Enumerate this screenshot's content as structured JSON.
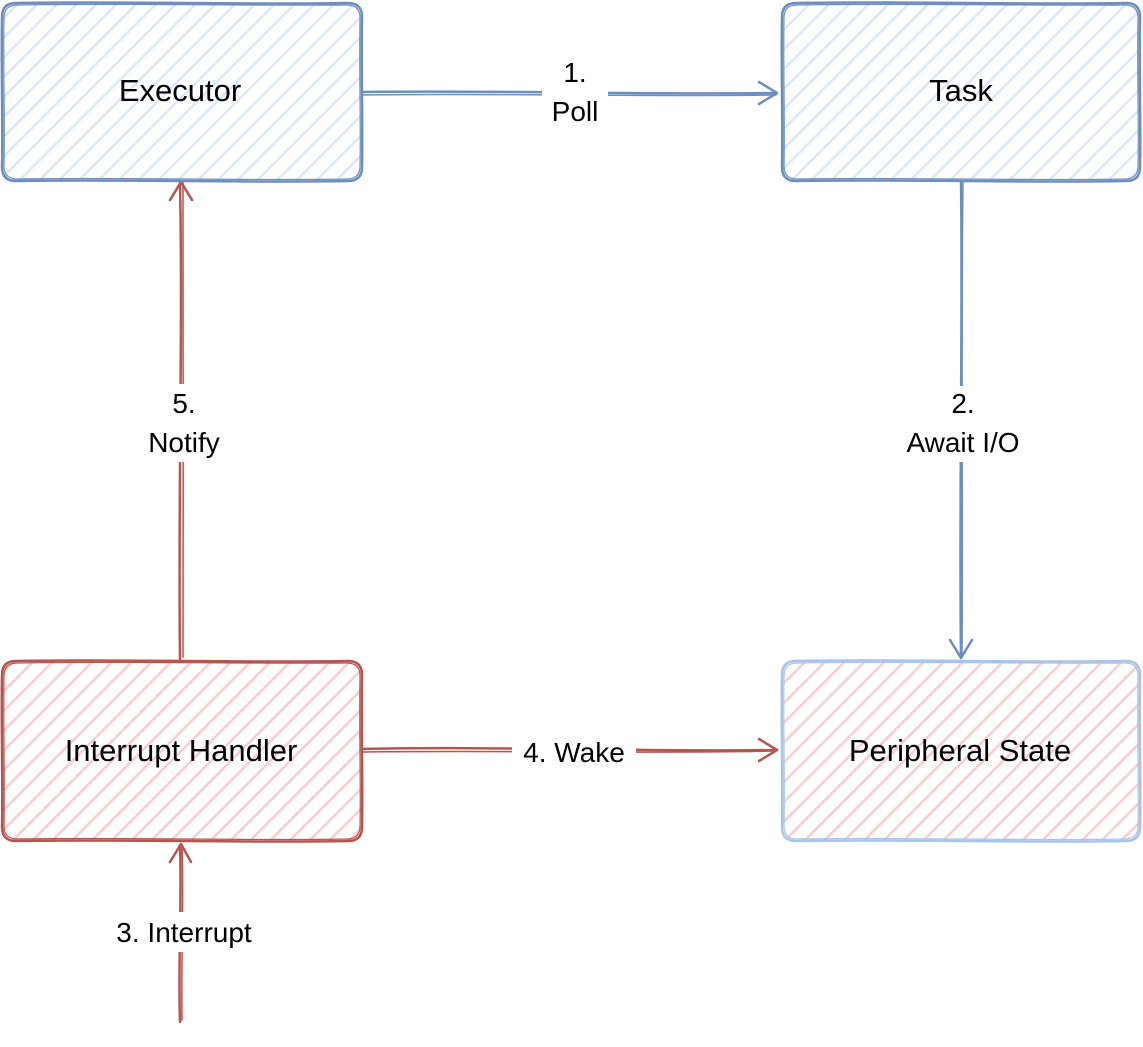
{
  "colors": {
    "blue_stroke": "#6C8EBF",
    "blue_fill": "#DAE8FC",
    "red_stroke": "#B85450",
    "red_fill": "#F8CECC",
    "light_blue_stroke": "#A9C4EB",
    "background": "#FFFFFF"
  },
  "nodes": {
    "executor": {
      "label": "Executor"
    },
    "task": {
      "label": "Task"
    },
    "interrupt_handler": {
      "label": "Interrupt Handler"
    },
    "peripheral_state": {
      "label": "Peripheral State"
    }
  },
  "edges": {
    "poll": {
      "step": "1.",
      "label": "Poll"
    },
    "await_io": {
      "step": "2.",
      "label": "Await I/O"
    },
    "interrupt": {
      "label": "3. Interrupt"
    },
    "wake": {
      "label": "4. Wake"
    },
    "notify": {
      "step": "5.",
      "label": "Notify"
    }
  }
}
